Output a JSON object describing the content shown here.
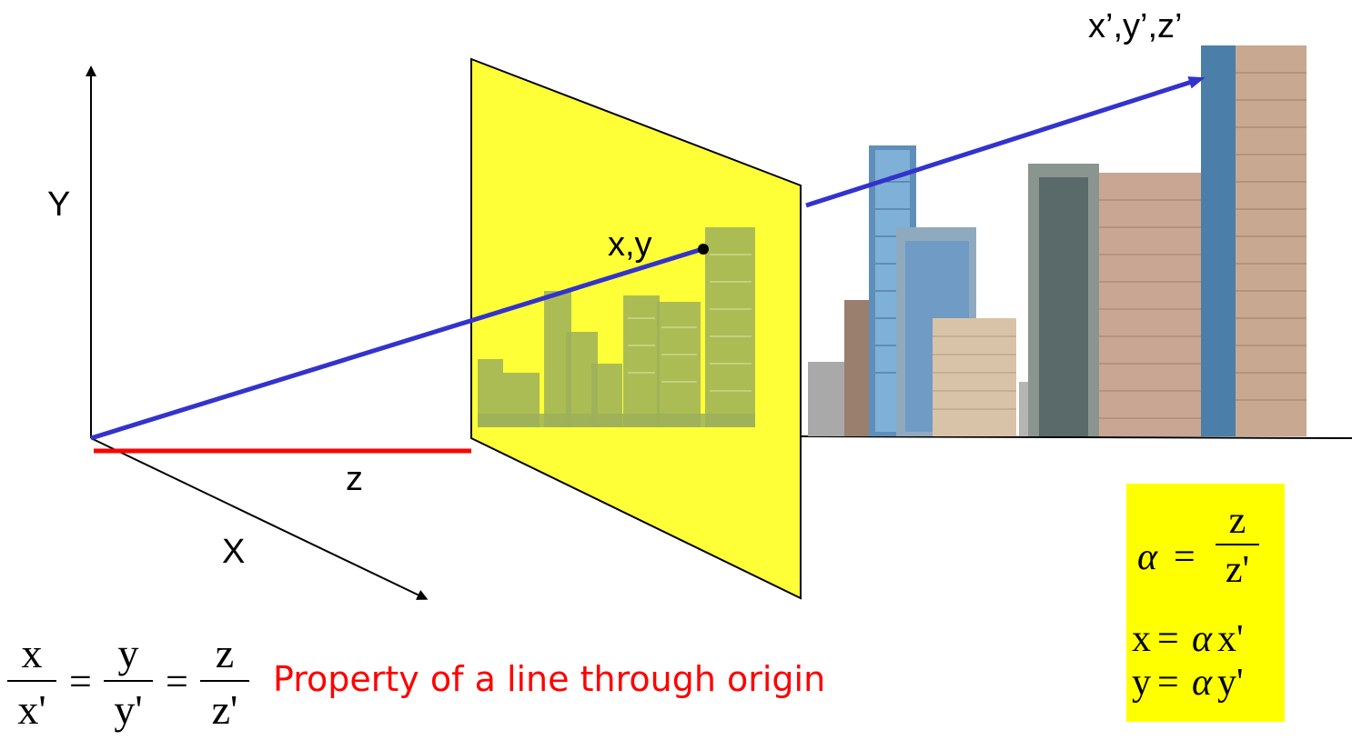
{
  "labels": {
    "y_axis": "Y",
    "x_axis": "X",
    "z_segment": "z",
    "image_point": "x,y",
    "world_point": "x’,y’,z’"
  },
  "equation": {
    "num1": "x",
    "den1": "x'",
    "num2": "y",
    "den2": "y'",
    "num3": "z",
    "den3": "z'",
    "equals": "="
  },
  "caption": "Property of a line through origin",
  "formula_box": {
    "alpha_symbol": "α",
    "equals": "=",
    "alpha_num": "z",
    "alpha_den": "z'",
    "line2_lhs": "x",
    "line2_rhs": "x'",
    "line3_lhs": "y",
    "line3_rhs": "y'"
  },
  "colors": {
    "image_plane": "#ffff00",
    "ray": "#3333cc",
    "focal_length": "#ff0000",
    "caption": "#ff0000",
    "formula_bg": "#ffff00"
  }
}
